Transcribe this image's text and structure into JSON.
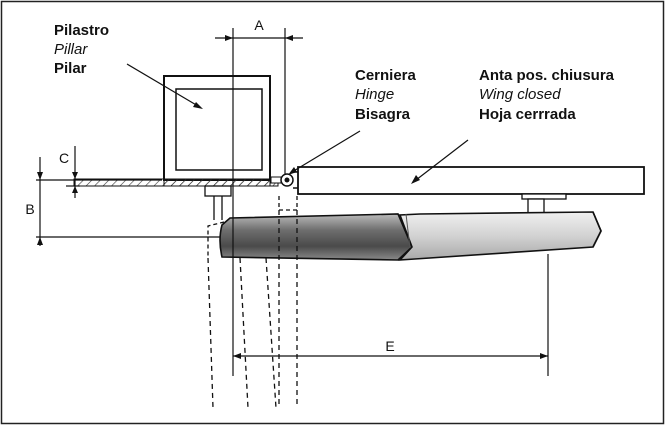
{
  "labels": {
    "pillar": [
      "Pilastro",
      "Pillar",
      "Pilar"
    ],
    "hinge": [
      "Cerniera",
      "Hinge",
      "Bisagra"
    ],
    "wing": [
      "Anta pos. chiusura",
      "Wing closed",
      "Hoja cerrrada"
    ]
  },
  "dimensions": {
    "a": "A",
    "b": "B",
    "c": "C",
    "e": "E"
  },
  "colors": {
    "line": "#111111",
    "hatch": "#333333",
    "actuator_dark_top": "#5a5a5a",
    "actuator_dark_bottom": "#9a9a9a",
    "actuator_light": "#d8d8d8"
  }
}
